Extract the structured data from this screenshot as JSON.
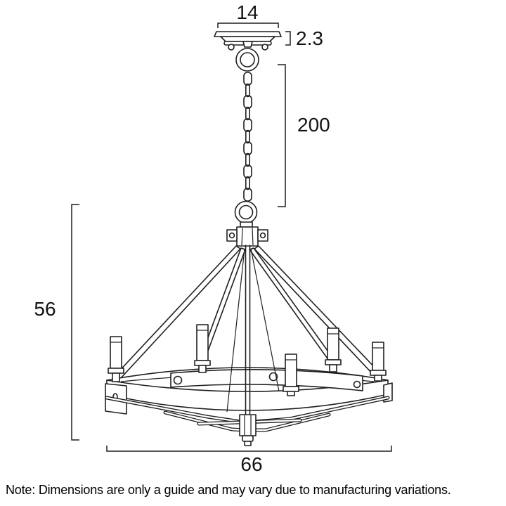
{
  "drawing": {
    "description": "Technical dimension line drawing of a 6-light wagon-wheel chandelier with ceiling canopy and chain",
    "line_color": "#1f1f1f",
    "background_color": "#ffffff"
  },
  "dimensions": {
    "canopy_width": "14",
    "canopy_height": "2.3",
    "chain_length": "200",
    "fixture_height": "56",
    "fixture_width": "66"
  },
  "note": {
    "text": "Note: Dimensions are only a guide and may vary due to manufacturing variations."
  }
}
